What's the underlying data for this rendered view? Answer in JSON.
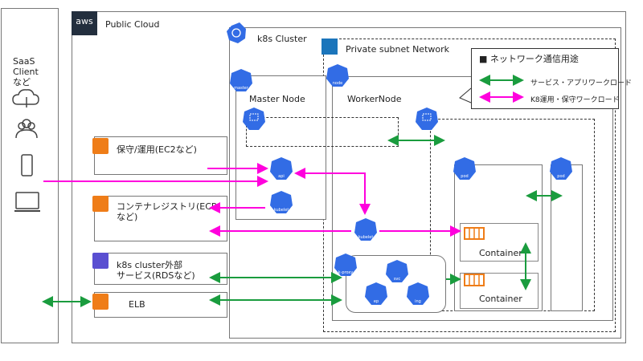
{
  "saas": {
    "label_line1": "SaaS",
    "label_line2": "Client",
    "label_line3": "など"
  },
  "cloud": {
    "logo_text": "aws",
    "title": "Public Cloud"
  },
  "k8s": {
    "title": "k8s Cluster"
  },
  "subnet": {
    "title": "Private subnet Network"
  },
  "master": {
    "title": "Master Node"
  },
  "worker": {
    "title": "WorkerNode"
  },
  "services": {
    "ec2": "保守/運用(EC2など)",
    "ecr_line1": "コンテナレジストリ(ECR",
    "ecr_line2": "など)",
    "rds_line1": "k8s cluster外部",
    "rds_line2": "サービス(RDSなど)",
    "elb": "ELB"
  },
  "legend": {
    "title": "■ ネットワーク通信用途",
    "item1": "サービス・アプリワークロード",
    "item2": "K8運用・保守ワークロード"
  },
  "containers": {
    "c1": "Container",
    "c2": "Container"
  },
  "icons": {
    "master": "master",
    "ns": "ns",
    "api": "api",
    "kubelet": "kubelet",
    "node": "node",
    "pod": "pod",
    "kproxy": "k-proxy",
    "svc": "svc",
    "ep": "ep",
    "ing": "ing"
  },
  "colors": {
    "green": "#1a9c3e",
    "magenta": "#ff00dd",
    "k8s_blue": "#326ce5",
    "orange": "#ef7d18"
  }
}
